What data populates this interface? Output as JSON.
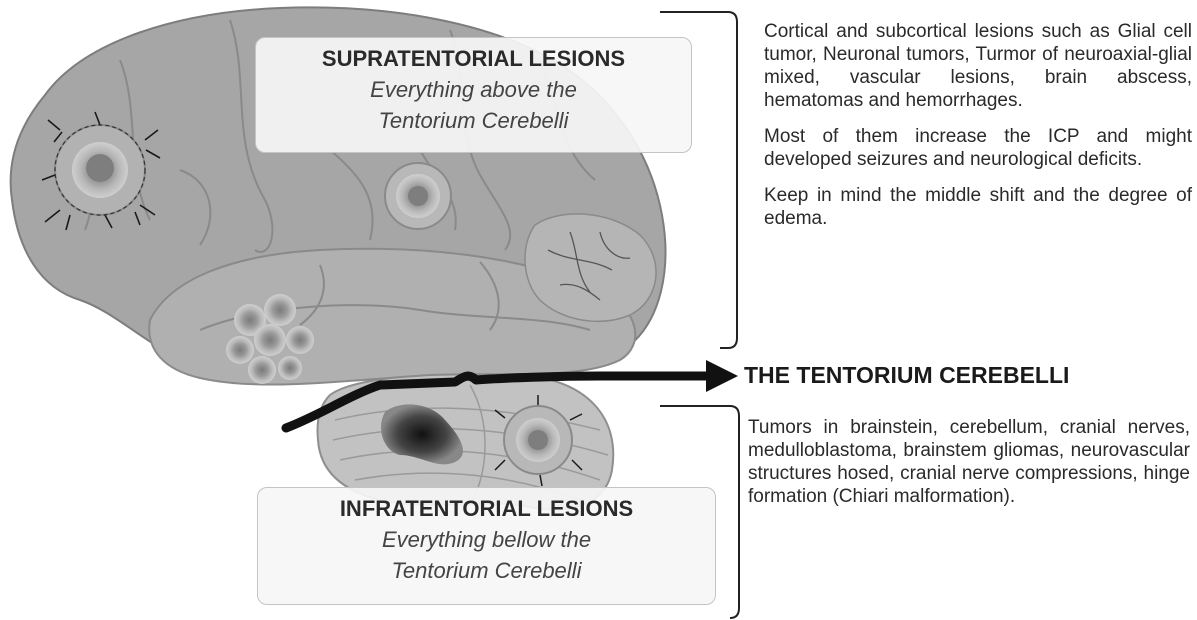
{
  "supratentorial": {
    "title": "SUPRATENTORIAL LESIONS",
    "subtitle_line1": "Everything above the",
    "subtitle_line2": "Tentorium Cerebelli",
    "paragraphs": [
      "Cortical and subcortical lesions such as Glial cell tumor, Neuronal tumors, Turmor of neuroaxial-glial mixed, vascular lesions, brain abscess, hematomas and hemorrhages.",
      "Most of them increase the ICP and might developed seizures and neurological deficits.",
      "Keep in mind the middle shift and the degree of edema."
    ]
  },
  "tentorium": {
    "label": "THE TENTORIUM CEREBELLI"
  },
  "infratentorial": {
    "title": "INFRATENTORIAL LESIONS",
    "subtitle_line1": "Everything bellow the",
    "subtitle_line2": "Tentorium Cerebelli",
    "paragraphs": [
      "Tumors in brainstein, cerebellum, cranial nerves, medulloblastoma, brainstem gliomas, neurovascular structures hosed, cranial nerve compressions, hinge formation (Chiari malformation)."
    ]
  },
  "colors": {
    "brain": "#a6a6a6",
    "cerebellum": "#c2c2c2",
    "lesion": "#8a8a8a",
    "line": "#111111"
  }
}
